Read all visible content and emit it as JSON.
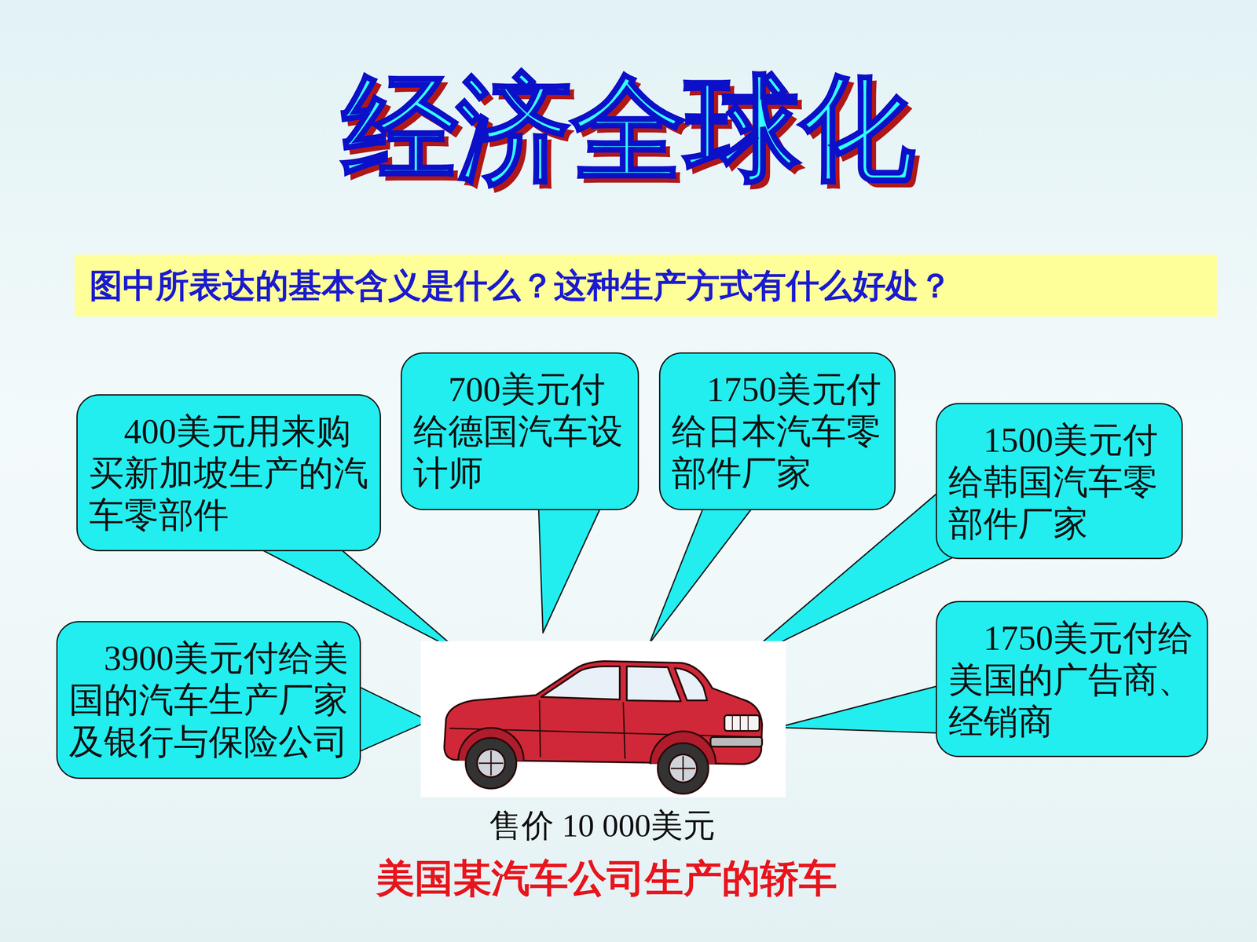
{
  "diagram": {
    "title": "经济全球化",
    "caption": "美国某汽车公司生产的轿车",
    "nodes": [
      {
        "text": [
          "图中所表达的基本含义是什么？这种生产方式有什么好处？"
        ]
      },
      {
        "text": [
          "400美元用来购买新加坡生产的汽车零部件"
        ]
      },
      {
        "text": [
          "700美元付给德国汽车设计师"
        ]
      },
      {
        "text": [
          "1750美元付给日本汽车零部件厂家"
        ]
      },
      {
        "text": [
          "1500美元付给韩国汽车零部件厂家"
        ]
      },
      {
        "text": [
          "3900美元付给美国的汽车生产厂家及银行与保险公司"
        ]
      },
      {
        "text": [
          "1750美元付给美国的广告商、经销商"
        ]
      }
    ],
    "labels": [
      "售价 10 000美元"
    ]
  }
}
